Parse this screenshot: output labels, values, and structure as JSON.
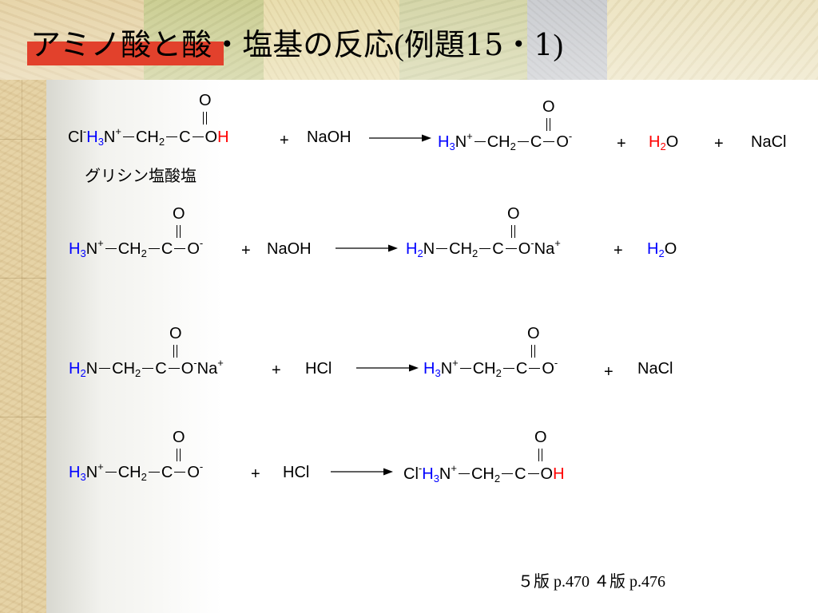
{
  "title": {
    "main": "アミノ酸と酸・塩基の反応",
    "paren_open": "(",
    "example": "例題15・1",
    "paren_close": ")"
  },
  "reactions": [
    {
      "reactant": {
        "cl": "Cl",
        "cl_charge": "-",
        "h3": "H",
        "h3_sub": "3",
        "n": "N",
        "n_charge": "+",
        "ch": "CH",
        "ch_sub": "2",
        "c": "C",
        "o_top": "O",
        "o_end": "O",
        "h_end": "H"
      },
      "plus1": "+",
      "reagent": "NaOH",
      "product": {
        "h3": "H",
        "h3_sub": "3",
        "n": "N",
        "n_charge": "+",
        "ch": "CH",
        "ch_sub": "2",
        "c": "C",
        "o_top": "O",
        "o_end": "O",
        "o_charge": "-"
      },
      "plus2": "+",
      "water_h": "H",
      "water_sub": "2",
      "water_o": "O",
      "plus3": "+",
      "salt": "NaCl",
      "label": "グリシン塩酸塩"
    },
    {
      "reactant": {
        "h3": "H",
        "h3_sub": "3",
        "n": "N",
        "n_charge": "+",
        "ch": "CH",
        "ch_sub": "2",
        "c": "C",
        "o_top": "O",
        "o_end": "O",
        "o_charge": "-"
      },
      "plus1": "+",
      "reagent": "NaOH",
      "product": {
        "h2": "H",
        "h2_sub": "2",
        "n": "N",
        "ch": "CH",
        "ch_sub": "2",
        "c": "C",
        "o_top": "O",
        "o_end": "O",
        "o_charge": "-",
        "na": "Na",
        "na_charge": "+"
      },
      "plus2": "+",
      "water_h": "H",
      "water_sub": "2",
      "water_o": "O"
    },
    {
      "reactant": {
        "h2": "H",
        "h2_sub": "2",
        "n": "N",
        "ch": "CH",
        "ch_sub": "2",
        "c": "C",
        "o_top": "O",
        "o_end": "O",
        "o_charge": "-",
        "na": "Na",
        "na_charge": "+"
      },
      "plus1": "+",
      "reagent": "HCl",
      "product": {
        "h3": "H",
        "h3_sub": "3",
        "n": "N",
        "n_charge": "+",
        "ch": "CH",
        "ch_sub": "2",
        "c": "C",
        "o_top": "O",
        "o_end": "O",
        "o_charge": "-"
      },
      "plus2": "+",
      "salt": "NaCl"
    },
    {
      "reactant": {
        "h3": "H",
        "h3_sub": "3",
        "n": "N",
        "n_charge": "+",
        "ch": "CH",
        "ch_sub": "2",
        "c": "C",
        "o_top": "O",
        "o_end": "O",
        "o_charge": "-"
      },
      "plus1": "+",
      "reagent": "HCl",
      "product": {
        "cl": "Cl",
        "cl_charge": "-",
        "h3": "H",
        "h3_sub": "3",
        "n": "N",
        "n_charge": "+",
        "ch": "CH",
        "ch_sub": "2",
        "c": "C",
        "o_top": "O",
        "o_end": "O",
        "h_end": "H"
      }
    }
  ],
  "footer": {
    "ed5": "５版",
    "page5": "p.470",
    "ed4": "４版",
    "page4": "p.476"
  },
  "colors": {
    "accent_red": "#e2412c",
    "hydrogen_blue": "#0000ff",
    "hydrogen_red": "#ff0000"
  }
}
